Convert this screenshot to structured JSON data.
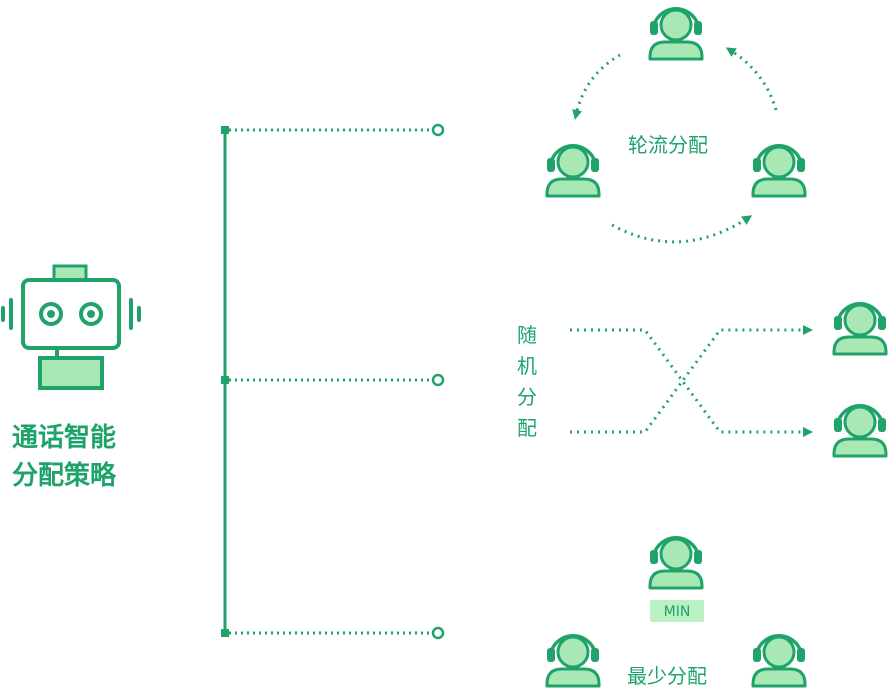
{
  "robot": {
    "title_line1": "通话智能",
    "title_line2": "分配策略"
  },
  "strategies": {
    "round_robin": {
      "label": "轮流分配"
    },
    "random": {
      "label_chars": [
        "随",
        "机",
        "分",
        "配"
      ]
    },
    "least": {
      "label": "最少分配",
      "badge": "MIN"
    }
  },
  "colors": {
    "primary": "#1fa36b",
    "agent_fill": "#a8e8b4",
    "badge_bg": "#b9f0c4"
  },
  "icons": [
    "robot-icon",
    "agent-headset-icon",
    "arrow-icon"
  ]
}
